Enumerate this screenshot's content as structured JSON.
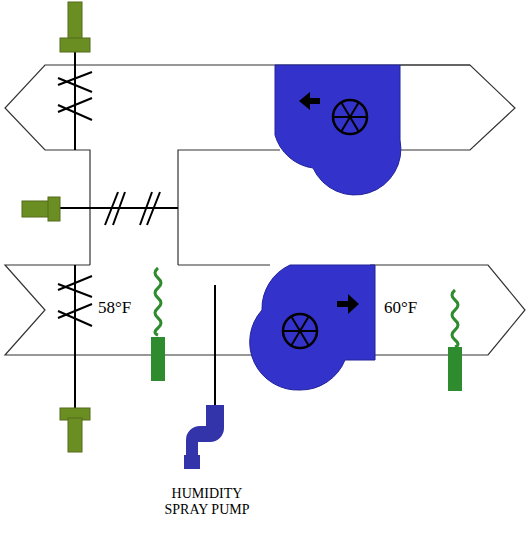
{
  "diagram": {
    "labels": [
      "58°F",
      "60°F",
      "HUMIDITY SPRAY PUMP"
    ]
  }
}
